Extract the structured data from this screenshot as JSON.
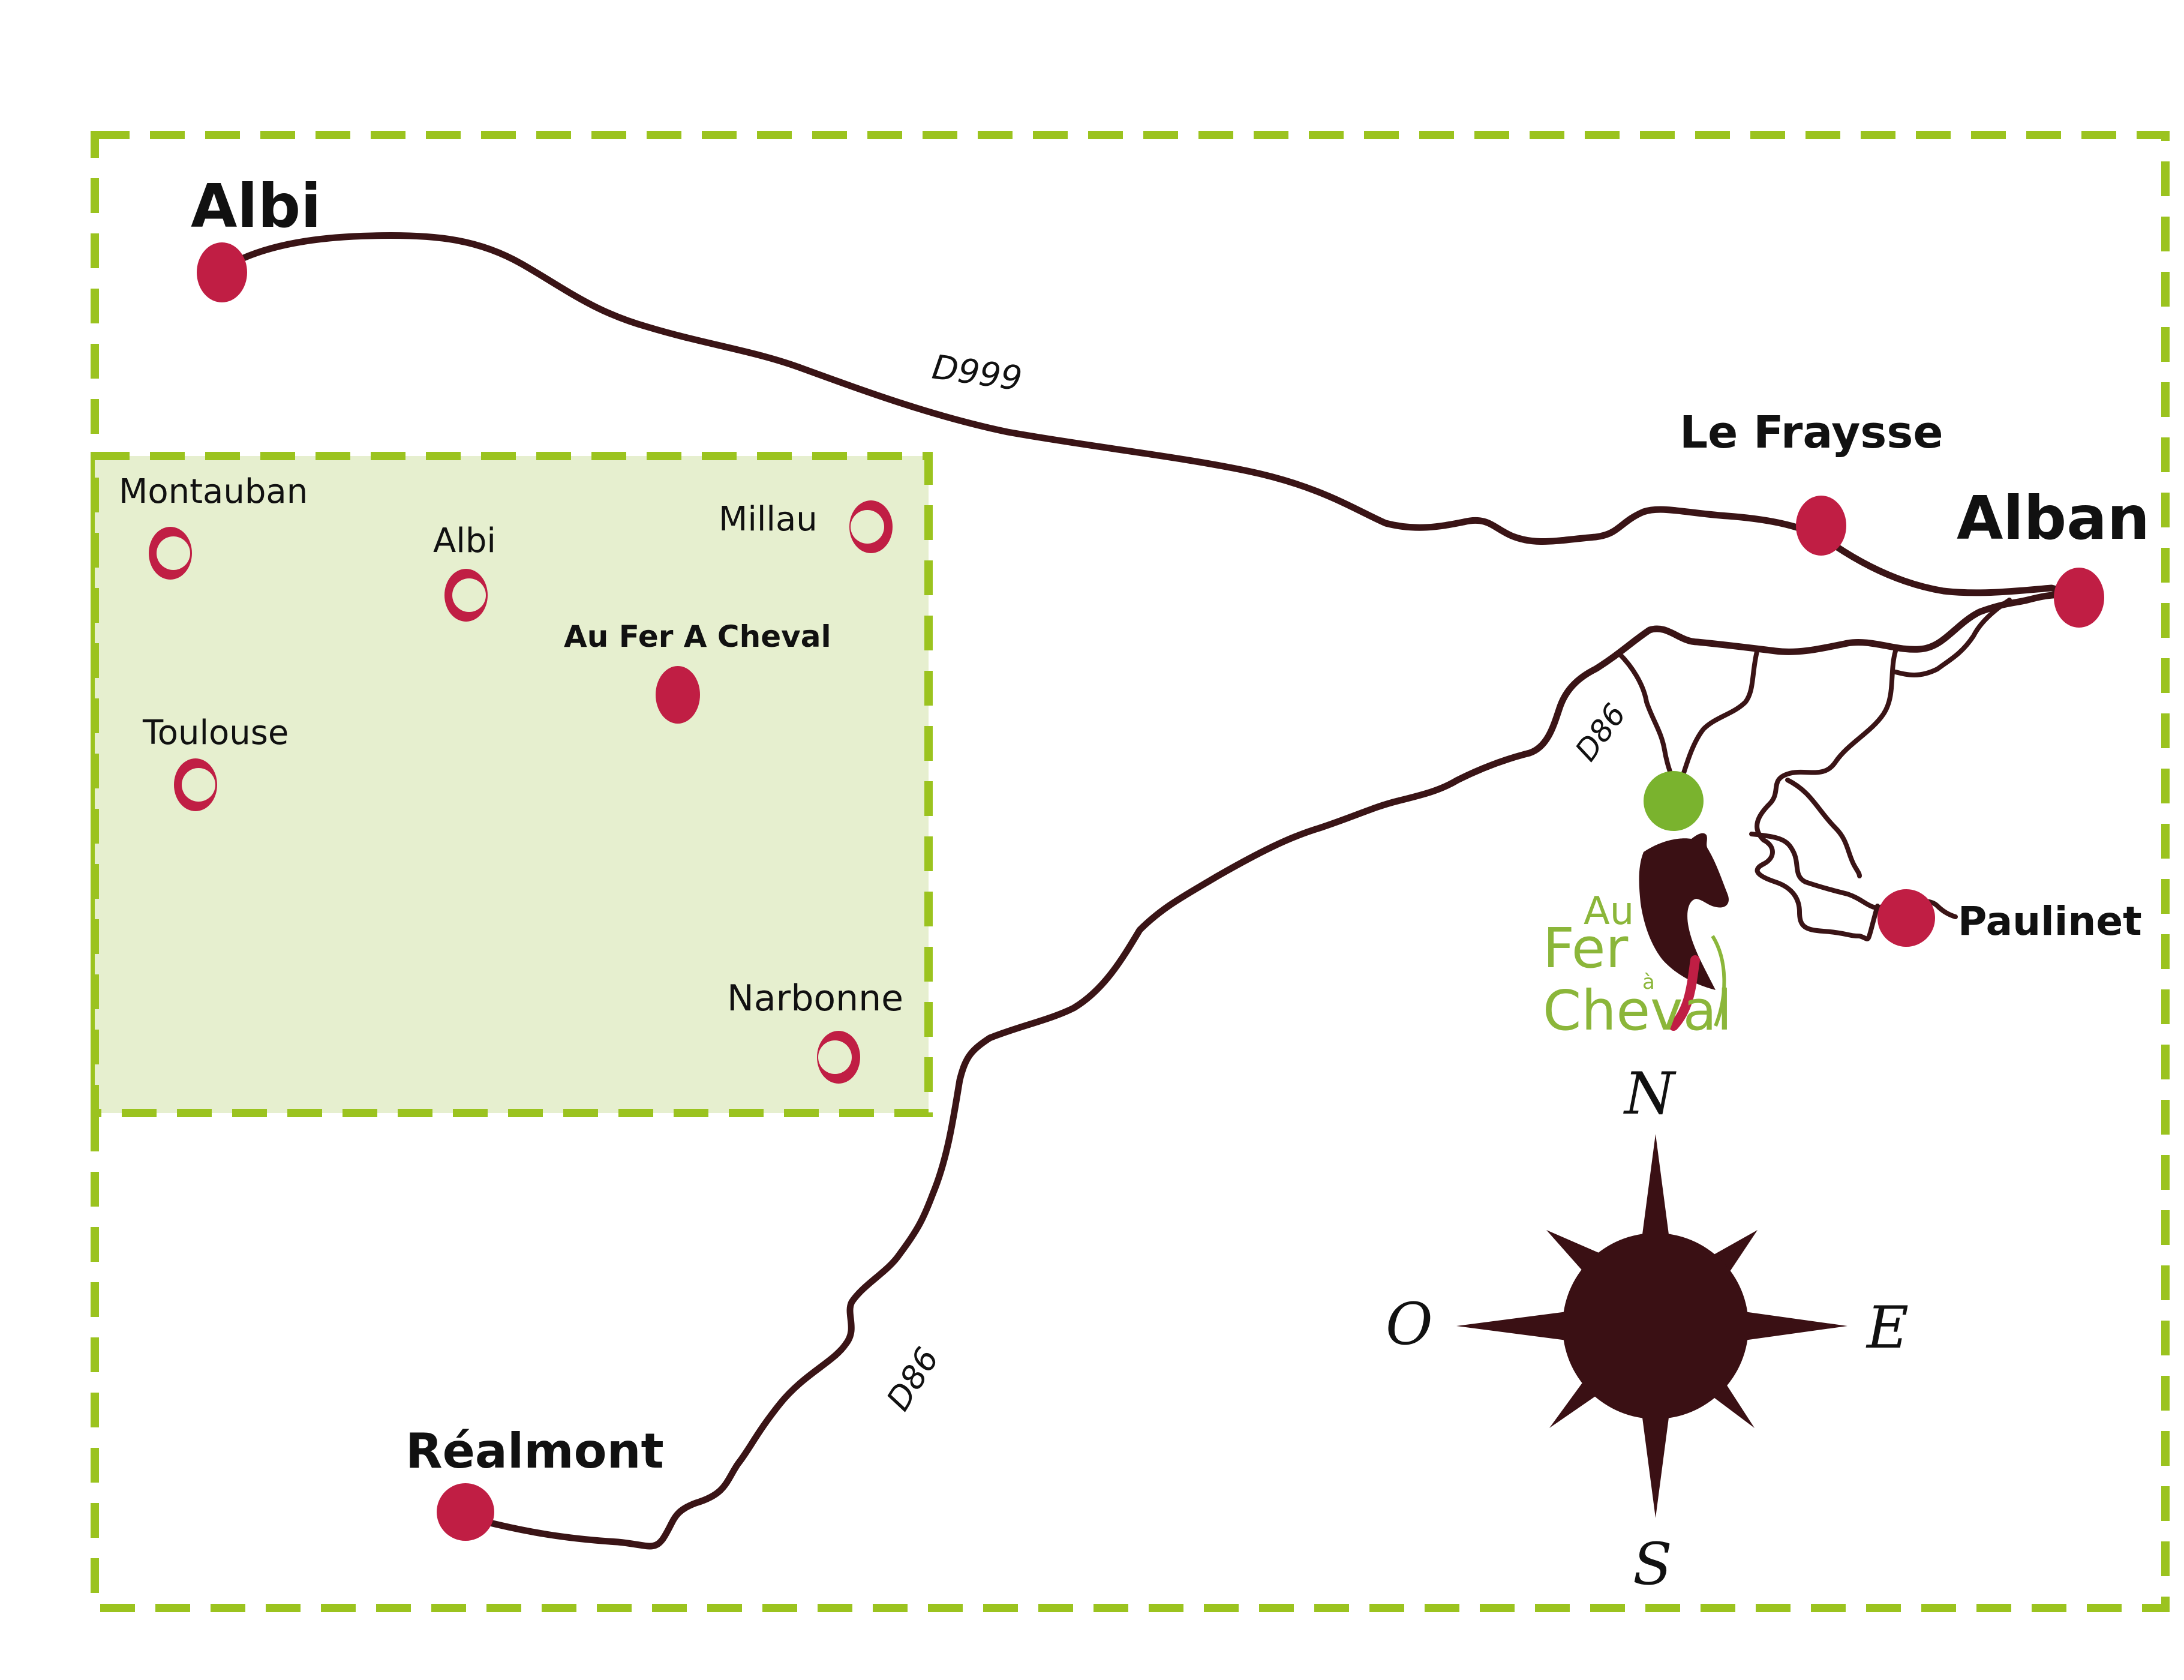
{
  "colors": {
    "frame": "#9bc31f",
    "inset_fill": "#e6efcf",
    "road": "#3a1416",
    "marker": "#c01e44",
    "destination": "#7ab32e",
    "compass": "#3a1014",
    "logo_green": "#8bb63a",
    "logo_red": "#c01e44"
  },
  "towns": {
    "albi": "Albi",
    "le_fraysse": "Le Fraysse",
    "alban": "Alban",
    "paulinet": "Paulinet",
    "realmont": "Réalmont"
  },
  "roads": {
    "d999": "D999",
    "d86_north": "D86",
    "d86_south": "D86"
  },
  "inset": {
    "montauban": "Montauban",
    "albi": "Albi",
    "millau": "Millau",
    "au_fer_a_cheval": "Au Fer A Cheval",
    "toulouse": "Toulouse",
    "narbonne": "Narbonne"
  },
  "logo": {
    "line1": "Au",
    "line2": "Fer",
    "line2_small": "à",
    "line3": "Cheval"
  },
  "compass": {
    "north": "N",
    "south": "S",
    "east": "E",
    "west": "O"
  },
  "icons": {
    "horse": "horse-head-icon",
    "compass_rose": "compass-rose-icon",
    "town_marker": "map-pin-icon",
    "inset_marker": "city-ring-icon"
  }
}
